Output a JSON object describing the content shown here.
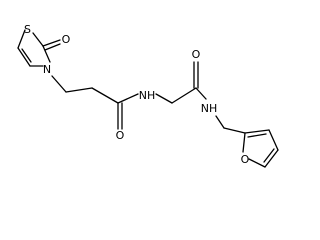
{
  "molecule": {
    "atoms": {
      "s": "S",
      "n_ring": "N",
      "o_carbonyl_ring": "O",
      "o_amide1": "O",
      "nh_amide1": "NH",
      "o_amide2": "O",
      "nh_amide2": "NH",
      "o_furan": "O"
    }
  }
}
